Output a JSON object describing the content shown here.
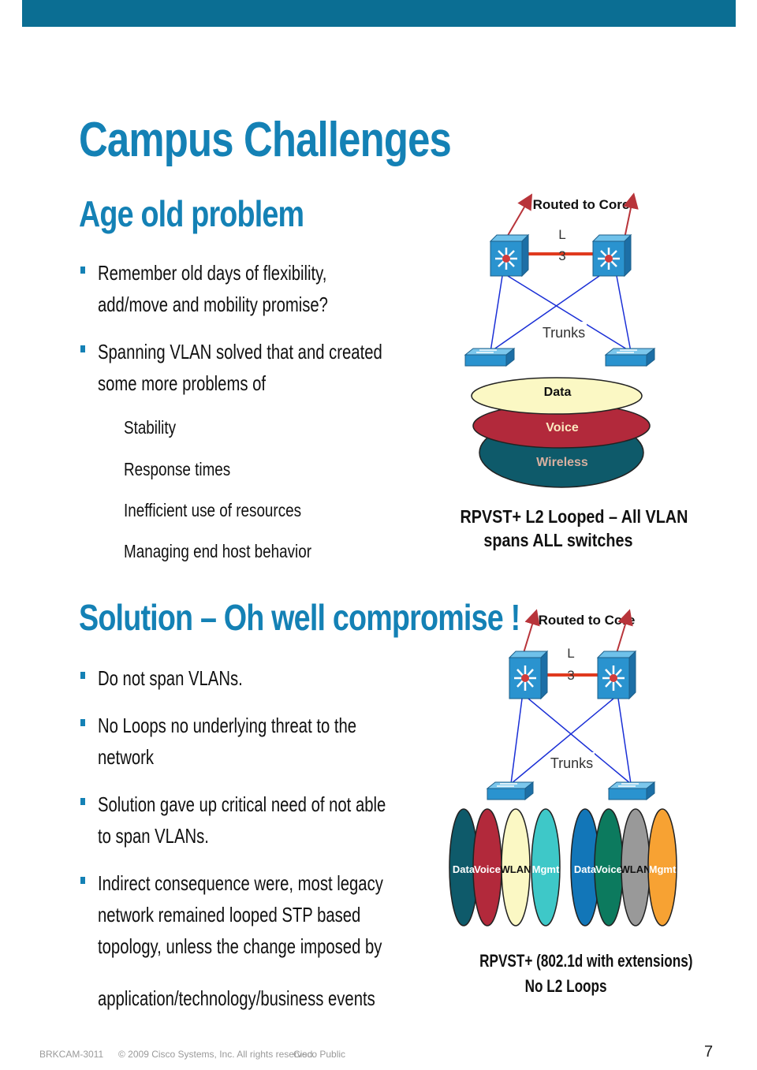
{
  "slide": {
    "title": "Campus Challenges",
    "section1": {
      "heading": "Age old problem",
      "bullets": [
        [
          "Remember old days of flexibility,",
          "add/move and mobility promise?"
        ],
        [
          "Spanning VLAN solved that and created",
          "some more problems of"
        ]
      ],
      "subitems": [
        "Stability",
        "Response times",
        "Inefficient use of resources",
        "Managing end host behavior"
      ]
    },
    "section2": {
      "heading": "Solution – Oh well compromise !",
      "bullets": [
        [
          "Do not span VLANs."
        ],
        [
          "No Loops no underlying threat to the",
          "network"
        ],
        [
          "Solution gave up critical need of not able",
          "to span VLANs."
        ],
        [
          "Indirect consequence were, most legacy",
          "network remained looped STP based",
          "topology, unless the change imposed by"
        ]
      ],
      "trailing_line": "application/technology/business events"
    }
  },
  "diagram1": {
    "routed_label": "Routed to Core",
    "l3_label_a": "L",
    "l3_label_b": "3",
    "trunks_label": "Trunks",
    "vlans": [
      "Data",
      "Voice",
      "Wireless"
    ],
    "vlan_colors": [
      "#fbf8c4",
      "#b2293b",
      "#0e5a6a"
    ],
    "caption_line1": "RPVST+ L2 Looped – All VLAN",
    "caption_line2": "spans ALL switches"
  },
  "diagram2": {
    "routed_label": "Routed to Core",
    "l3_label_a": "L",
    "l3_label_b": "3",
    "trunks_label": "Trunks",
    "left_vlans": [
      "Data",
      "Voice",
      "WLAN",
      "Mgmt"
    ],
    "right_vlans": [
      "Data",
      "Voice",
      "WLAN",
      "Mgmt"
    ],
    "left_vlan_colors": [
      "#0e5a6a",
      "#b2293b",
      "#fbf8c4",
      "#3ec8c8"
    ],
    "right_vlan_colors": [
      "#1276b8",
      "#0c7a5e",
      "#999999",
      "#f7a233"
    ],
    "caption_line1": "RPVST+ (802.1d with extensions)",
    "caption_line2": "No L2 Loops"
  },
  "footer": {
    "code": "BRKCAM-3011",
    "copyright": "© 2009 Cisco Systems, Inc. All rights reserved.",
    "classification": "Cisco Public",
    "page_number": "7"
  },
  "colors": {
    "accent": "#1481b5",
    "topbar": "#0b6e93",
    "link_l3": "#e03a1e",
    "trunk": "#1a2fd6"
  }
}
